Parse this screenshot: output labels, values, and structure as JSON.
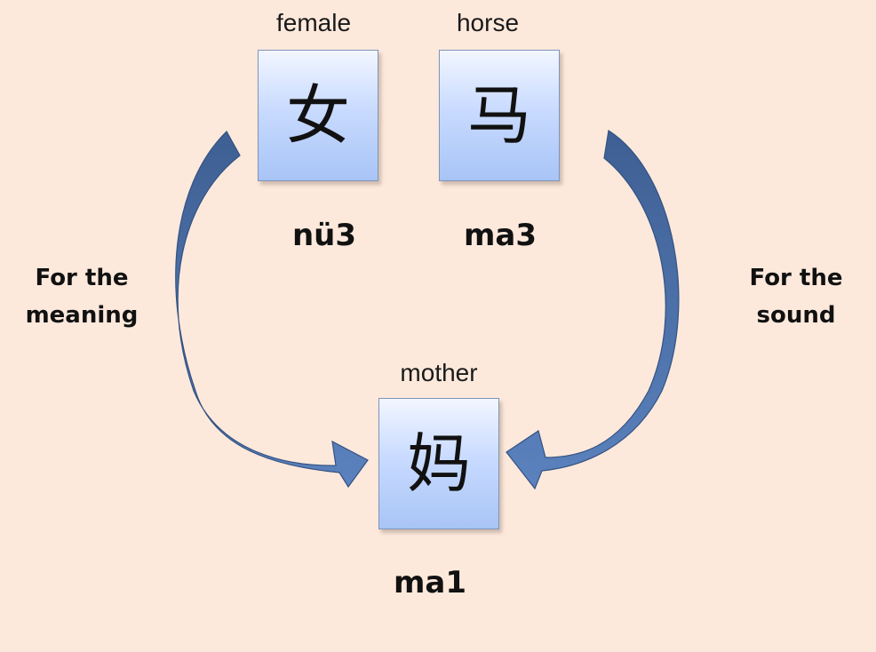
{
  "diagram": {
    "components": [
      {
        "id": "female",
        "character": "女",
        "gloss": "female",
        "pinyin": "nü3"
      },
      {
        "id": "horse",
        "character": "马",
        "gloss": "horse",
        "pinyin": "ma3"
      }
    ],
    "result": {
      "character": "妈",
      "gloss": "mother",
      "pinyin": "ma1"
    },
    "labels": {
      "meaning": [
        "For the",
        "meaning"
      ],
      "sound": [
        "For the",
        "sound"
      ]
    },
    "colors": {
      "background": "#fde9dc",
      "arrow": "#4a6fa5",
      "box_top": "#f2f6ff",
      "box_bottom": "#a8c4f6"
    }
  }
}
